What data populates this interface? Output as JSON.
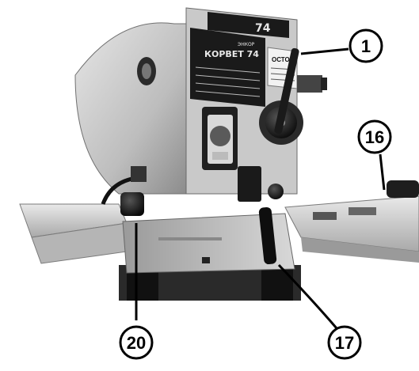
{
  "photo": {
    "kind": "product photograph of a wood lathe headstock with numbered callouts",
    "palette": {
      "metal": "#cfcfcf",
      "shadow": "#4a4a4a",
      "dark": "#1c1c1c",
      "paper": "#ffffff"
    }
  },
  "nameplate": {
    "brand": "КОРВЕТ 74",
    "maker": "ЭНКОР",
    "badge": "74",
    "warning": "ОСТО"
  },
  "callouts": [
    {
      "id": "c1",
      "label": "1"
    },
    {
      "id": "c16",
      "label": "16"
    },
    {
      "id": "c17",
      "label": "17"
    },
    {
      "id": "c20",
      "label": "20"
    }
  ]
}
